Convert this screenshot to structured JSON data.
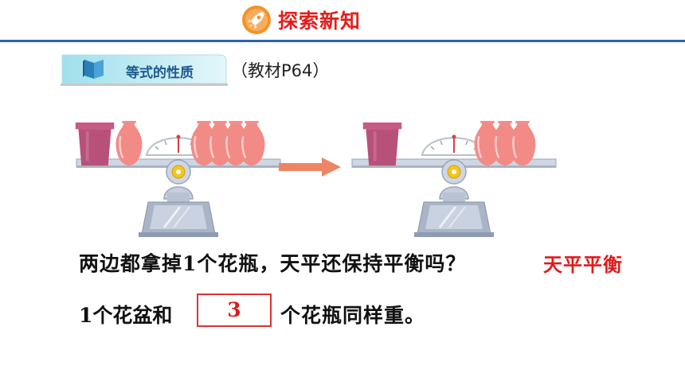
{
  "header": {
    "title": "探索新知",
    "accent_color": "#e51d1d",
    "line_color": "#2a63b8",
    "icon": "rocket-icon"
  },
  "section": {
    "tag": "等式的性质",
    "reference": "（教材P64）"
  },
  "scene": {
    "left_scale": {
      "pots": 1,
      "vases_left_pan": 1,
      "vases_right_pan": 4
    },
    "right_scale": {
      "pots": 1,
      "vases_left_pan": 0,
      "vases_right_pan": 3
    },
    "arrow": "right-arrow-icon",
    "pot_color": "#b8517a",
    "vase_color": "#f28b86"
  },
  "question": {
    "text": "两边都拿掉1个花瓶，天平还保持平衡吗？",
    "answer": "天平平衡"
  },
  "conclusion": {
    "prefix": "1个花盆和",
    "answer": "3",
    "suffix": "个花瓶同样重。"
  }
}
